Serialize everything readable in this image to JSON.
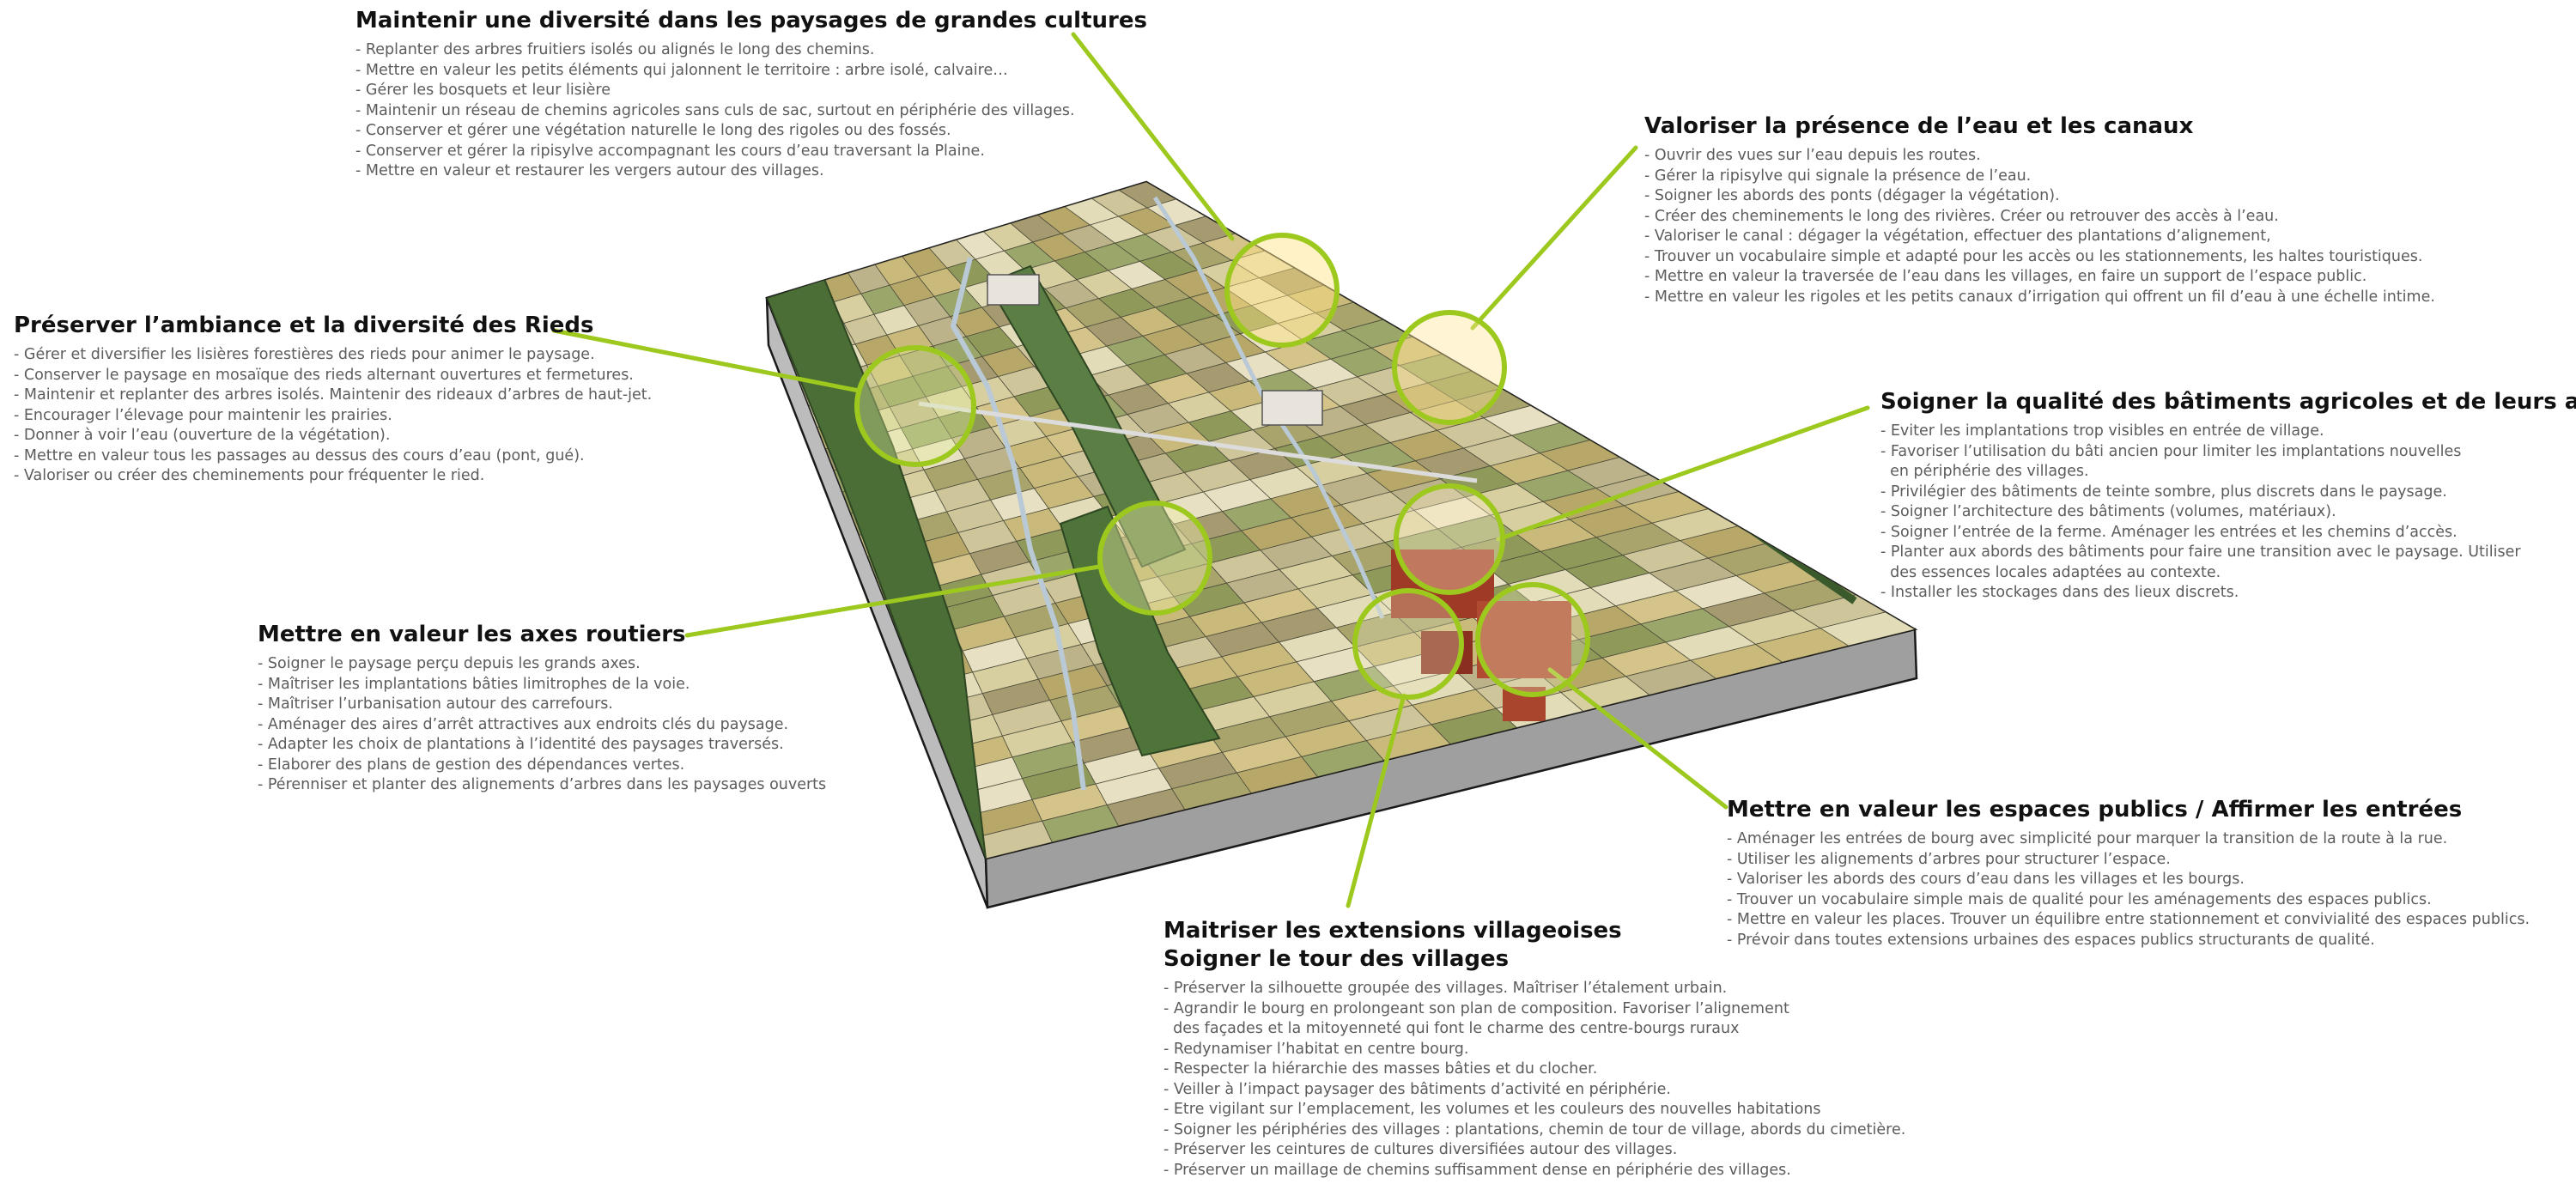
{
  "colors": {
    "accent": "#9dc81e",
    "forest": "#4a6e36",
    "block_side": "#bcbcbc",
    "block_front": "#9f9f9f",
    "water": "#b9c9d6"
  },
  "sections": [
    {
      "id": "grandes-cultures",
      "title": [
        "Maintenir une diversité dans les paysages de grandes cultures"
      ],
      "items": [
        "- Replanter des arbres fruitiers isolés ou alignés le long des chemins.",
        "- Mettre en valeur les petits éléments qui jalonnent le territoire : arbre isolé, calvaire…",
        "- Gérer les bosquets et leur lisière",
        "- Maintenir un réseau de chemins agricoles sans culs de sac, surtout en périphérie des villages.",
        "- Conserver et gérer une végétation naturelle le long des rigoles ou des fossés.",
        "- Conserver et gérer la ripisylve accompagnant les cours d’eau traversant la Plaine.",
        "- Mettre en valeur et restaurer les vergers autour des villages."
      ]
    },
    {
      "id": "eau-canaux",
      "title": [
        "Valoriser la présence de l’eau et les canaux"
      ],
      "items": [
        "- Ouvrir des vues sur l’eau depuis les routes.",
        "- Gérer la ripisylve qui signale la présence de l’eau.",
        "- Soigner les abords des ponts (dégager la végétation).",
        "- Créer des cheminements le long des rivières. Créer ou retrouver des accès à l’eau.",
        "- Valoriser le canal : dégager la végétation, effectuer des plantations d’alignement,",
        "- Trouver un vocabulaire simple et adapté pour les accès ou les stationnements, les haltes touristiques.",
        "- Mettre en valeur la traversée de l’eau dans les villages, en faire un support de l’espace public.",
        "- Mettre en valeur les rigoles et les petits canaux d’irrigation qui offrent un fil d’eau à une échelle intime."
      ]
    },
    {
      "id": "rieds",
      "title": [
        "Préserver l’ambiance et la diversité des Rieds"
      ],
      "items": [
        "- Gérer et diversifier les lisières forestières des rieds pour animer le paysage.",
        "- Conserver le paysage en mosaïque des rieds alternant ouvertures et fermetures.",
        "- Maintenir et replanter des arbres isolés. Maintenir des rideaux d’arbres de haut-jet.",
        "- Encourager l’élevage pour maintenir les prairies.",
        "- Donner à voir l’eau (ouverture de la végétation).",
        "- Mettre en valeur tous les passages au dessus des cours d’eau (pont, gué).",
        "- Valoriser ou créer des cheminements pour fréquenter le ried."
      ]
    },
    {
      "id": "batiments-agricoles",
      "title": [
        "Soigner la qualité des bâtiments agricoles et de leurs abords"
      ],
      "items": [
        "- Eviter les implantations trop visibles en entrée de village.",
        "- Favoriser l’utilisation du bâti ancien pour limiter les implantations nouvelles",
        "  en périphérie des villages.",
        "- Privilégier des bâtiments de teinte sombre, plus discrets dans le paysage.",
        "- Soigner l’architecture des bâtiments (volumes, matériaux).",
        "- Soigner l’entrée de la ferme. Aménager les entrées et les chemins d’accès.",
        "- Planter aux abords des bâtiments pour faire une transition avec le paysage. Utiliser",
        "  des essences locales adaptées au contexte.",
        "- Installer les stockages dans des lieux discrets."
      ]
    },
    {
      "id": "axes-routiers",
      "title": [
        "Mettre en valeur les axes routiers"
      ],
      "items": [
        "- Soigner le paysage perçu depuis les grands axes.",
        "- Maîtriser les implantations bâties limitrophes de la voie.",
        "- Maîtriser l’urbanisation autour des carrefours.",
        "- Aménager des aires d’arrêt attractives aux endroits clés du paysage.",
        "- Adapter les choix de plantations à l’identité des paysages traversés.",
        "- Elaborer des plans de gestion des dépendances vertes.",
        "- Pérenniser et planter des alignements d’arbres dans les paysages ouverts"
      ]
    },
    {
      "id": "espaces-publics",
      "title": [
        "Mettre en valeur les espaces publics / Affirmer les entrées"
      ],
      "items": [
        "- Aménager les entrées de bourg avec simplicité pour marquer la transition de la route à la rue.",
        "- Utiliser les alignements d’arbres pour structurer l’espace.",
        "- Valoriser les abords des cours d’eau dans les villages et les bourgs.",
        "- Trouver un vocabulaire simple mais de qualité pour les aménagements des espaces publics.",
        "- Mettre en valeur les places. Trouver un équilibre entre stationnement et convivialité des espaces publics.",
        "- Prévoir dans toutes extensions urbaines des espaces publics structurants de qualité."
      ]
    },
    {
      "id": "extensions",
      "title": [
        "Maitriser les extensions villageoises",
        "Soigner le tour des villages"
      ],
      "items": [
        "- Préserver la silhouette groupée des villages. Maîtriser l’étalement urbain.",
        "- Agrandir le bourg en prolongeant son plan de composition. Favoriser l’alignement",
        "  des façades et la mitoyenneté qui font le charme des centre-bourgs ruraux",
        "- Redynamiser l’habitat en centre bourg.",
        "- Respecter la hiérarchie des masses bâties et du clocher.",
        "- Veiller à l’impact paysager des bâtiments d’activité en périphérie.",
        "- Etre vigilant sur l’emplacement, les volumes et les couleurs des nouvelles habitations",
        "- Soigner les périphéries des villages : plantations, chemin de tour de village, abords du cimetière.",
        "- Préserver les ceintures de cultures diversifiées autour des villages.",
        "- Préserver un maillage de chemins suffisamment dense en périphérie des villages."
      ]
    }
  ]
}
